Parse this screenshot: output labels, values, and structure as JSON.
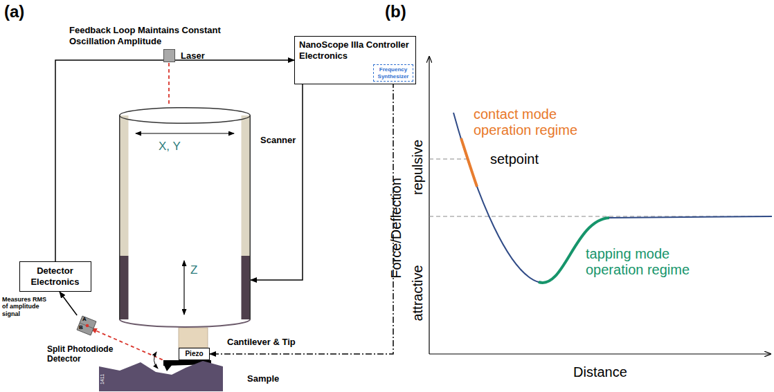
{
  "diagram": {
    "nodes": [
      {
        "text": [
          "Laser"
        ]
      },
      {
        "text": [
          "NanoScope IIIa Controller Electronics"
        ]
      },
      {
        "text": [
          "Frequency Synthesizer"
        ],
        "in": 1
      },
      {
        "text": [
          "Scanner",
          "X, Y",
          "Z"
        ]
      },
      {
        "text": [
          "Detector Electronics"
        ]
      },
      {
        "text": [
          "Split Photodiode Detector",
          "A",
          "B"
        ]
      },
      {
        "text": [
          "Piezo"
        ]
      },
      {
        "text": [
          "Sample",
          "1411"
        ]
      }
    ],
    "edges": [
      {
        "from": 4,
        "to": 1,
        "arrow": "to",
        "label": "Feedback Loop Maintains Constant Oscillation Amplitude"
      },
      {
        "from": 1,
        "to": 3,
        "arrow": "to"
      },
      {
        "from": 2,
        "to": 6,
        "arrow": "to"
      },
      {
        "from": 5,
        "to": 4,
        "arrow": "to",
        "label": "Measures RMS of amplitude signal"
      }
    ],
    "labels": [
      "(a)",
      "(b)",
      "Cantilever & Tip",
      "Force/Deflection",
      "repulsive",
      "attractive",
      "Distance",
      "contact mode operation regime",
      "setpoint",
      "tapping mode operation regime"
    ]
  }
}
